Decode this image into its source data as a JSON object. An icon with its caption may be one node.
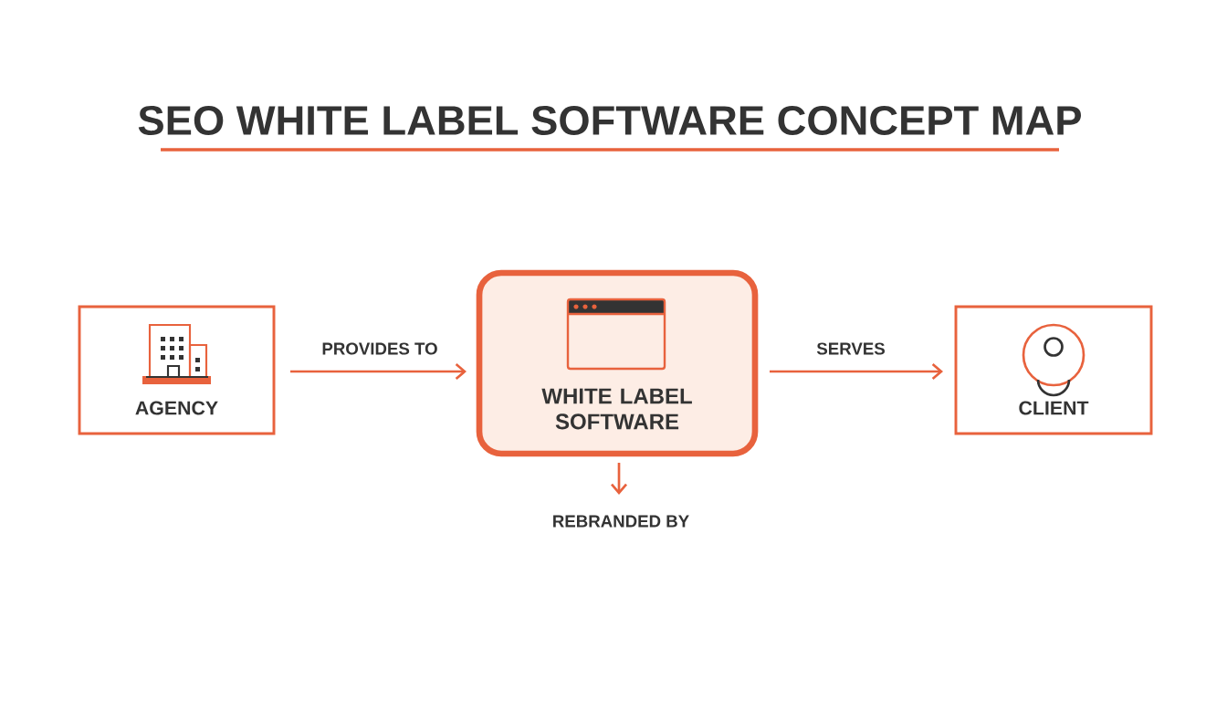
{
  "diagram": {
    "title": "SEO WHITE LABEL SOFTWARE CONCEPT MAP",
    "nodes": [
      {
        "text": [
          "AGENCY"
        ]
      },
      {
        "text": [
          "WHITE LABEL SOFTWARE"
        ]
      },
      {
        "text": [
          "CLIENT"
        ]
      },
      {
        "text": [
          "REBRANDED BY"
        ]
      }
    ],
    "edges": [
      {
        "from": 0,
        "to": 1,
        "arrow": "to",
        "label": "PROVIDES TO"
      },
      {
        "from": 1,
        "to": 2,
        "arrow": "to",
        "label": "SERVES"
      },
      {
        "from": 1,
        "to": 3,
        "arrow": "to"
      }
    ]
  }
}
